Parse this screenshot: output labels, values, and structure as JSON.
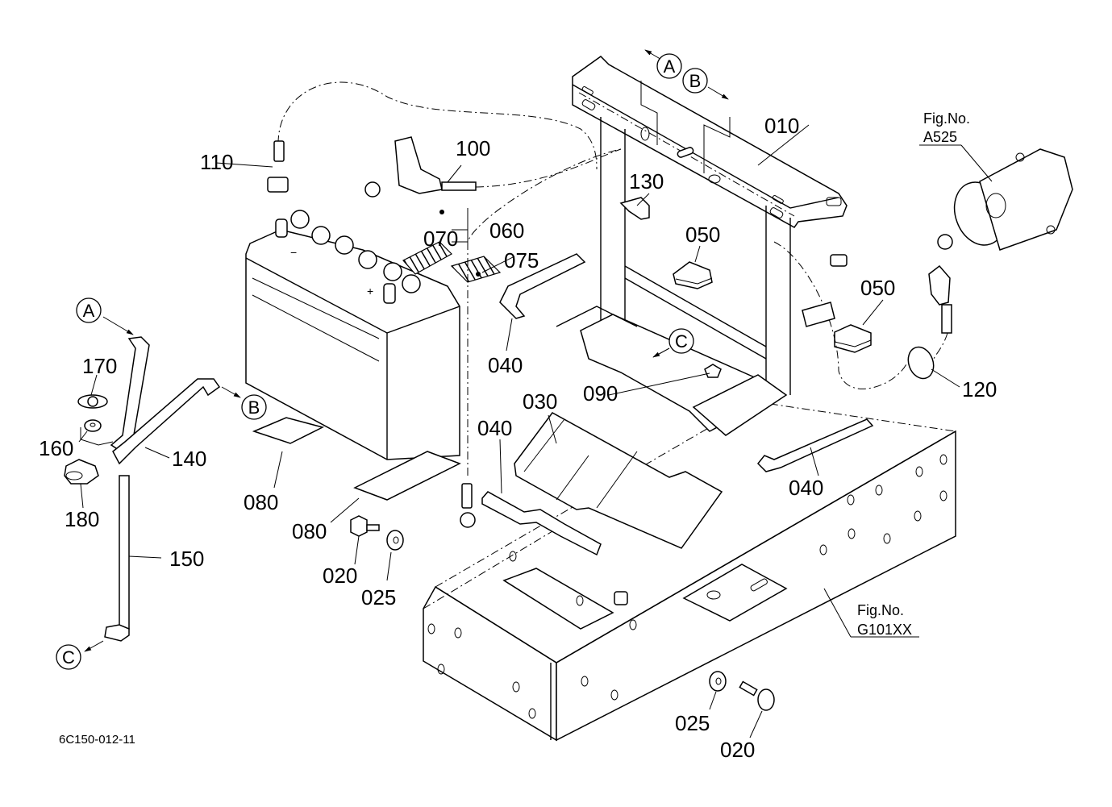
{
  "drawing_code": "6C150-012-11",
  "figure_refs": [
    {
      "id": "fig-a525",
      "label": "Fig.No.",
      "number": "A525"
    },
    {
      "id": "fig-g101xx",
      "label": "Fig.No.",
      "number": "G101XX"
    }
  ],
  "reference_markers": {
    "A": "A",
    "B": "B",
    "C": "C"
  },
  "callouts": {
    "p010": "010",
    "p020a": "020",
    "p020b": "020",
    "p025a": "025",
    "p025b": "025",
    "p030": "030",
    "p040a": "040",
    "p040b": "040",
    "p040c": "040",
    "p050a": "050",
    "p050b": "050",
    "p060": "060",
    "p070": "070",
    "p075": "075",
    "p080a": "080",
    "p080b": "080",
    "p090": "090",
    "p100": "100",
    "p110": "110",
    "p120": "120",
    "p130": "130",
    "p140": "140",
    "p150": "150",
    "p160": "160",
    "p170": "170",
    "p180": "180"
  },
  "battery_terminals": {
    "negative": "−",
    "positive": "+"
  }
}
